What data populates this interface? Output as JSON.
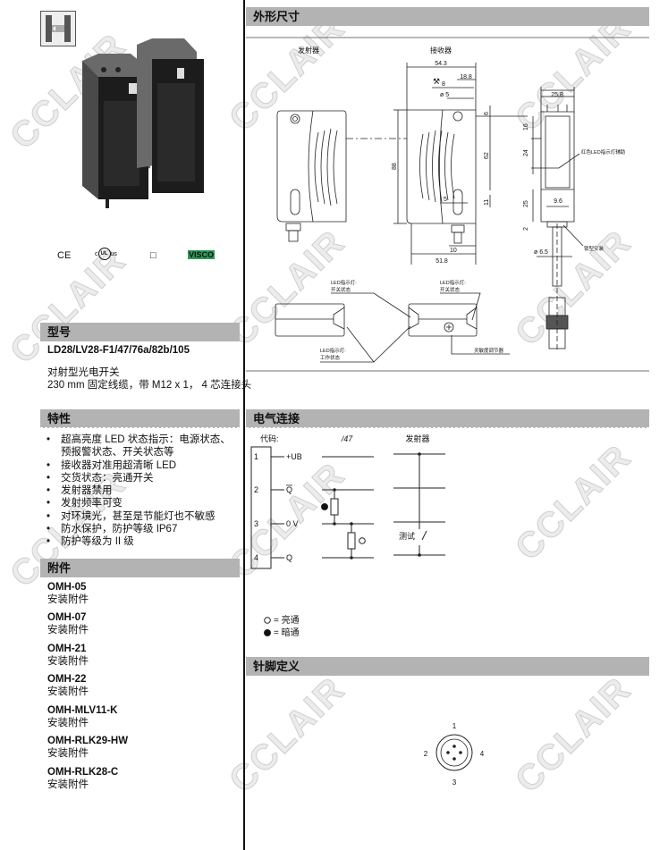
{
  "watermark": "CCLAIR",
  "certifications": {
    "ce": "CE",
    "ul": "UL",
    "ul_c": "c",
    "ul_us": "us",
    "class2": "□",
    "visco": "VISCO"
  },
  "model": {
    "title": "型号",
    "code": "LD28/LV28-F1/47/76a/82b/105",
    "desc1": "对射型光电开关",
    "desc2": "230 mm 固定线缆，带 M12 x 1， 4 芯连接头"
  },
  "features": {
    "title": "特性",
    "items": [
      "超高亮度 LED 状态指示：电源状态、预报警状态、开关状态等",
      "接收器对准用超清晰 LED",
      "交货状态：亮通开关",
      "发射器禁用",
      "发射频率可变",
      "对环境光，甚至是节能灯也不敏感",
      "防水保护，防护等级 IP67",
      "防护等级为 II 级"
    ]
  },
  "accessories": {
    "title": "附件",
    "items": [
      {
        "code": "OMH-05",
        "desc": "安装附件"
      },
      {
        "code": "OMH-07",
        "desc": "安装附件"
      },
      {
        "code": "OMH-21",
        "desc": "安装附件"
      },
      {
        "code": "OMH-22",
        "desc": "安装附件"
      },
      {
        "code": "OMH-MLV11-K",
        "desc": "安装附件"
      },
      {
        "code": "OMH-RLK29-HW",
        "desc": "安装附件"
      },
      {
        "code": "OMH-RLK28-C",
        "desc": "安装附件"
      }
    ]
  },
  "dimensions": {
    "title": "外形尺寸",
    "emitter": "发射器",
    "receiver": "接收器",
    "d_54_3": "54.3",
    "d_18_8": "18.8",
    "d_8": "8",
    "d_5a": "ø 5",
    "d_6": "6",
    "d_88": "88",
    "d_62": "62",
    "d_11": "11",
    "d_5b": "5",
    "d_10": "10",
    "d_51_8": "51.8",
    "d_25_8": "25.8",
    "d_16": "16",
    "d_24": "24",
    "d_25": "25",
    "d_9_6": "9.6",
    "d_2": "2",
    "d_6_5": "ø 6.5",
    "red_led": "红色LED指示灯辅助",
    "lock_mount": "锁型安装",
    "led_switch_1a": "LED指示灯:",
    "led_switch_1b": "开关状态",
    "led_switch_2a": "LED指示灯:",
    "led_switch_2b": "开关状态",
    "led_work_a": "LED指示灯:",
    "led_work_b": "工作状态",
    "sensitivity": "灵敏度调节器"
  },
  "electrical": {
    "title": "电气连接",
    "code_label": "代码:",
    "variant": "/47",
    "emitter": "发射器",
    "pins": [
      "1",
      "2",
      "3",
      "4"
    ],
    "signals": [
      "+UB",
      "Q",
      "0 V",
      "Q"
    ],
    "test": "测试",
    "legend_light": "= 亮通",
    "legend_dark": "= 暗通"
  },
  "pinout": {
    "title": "针脚定义",
    "pins": [
      "1",
      "2",
      "3",
      "4"
    ]
  },
  "colors": {
    "header_bg": "#b3b3b3",
    "visco_bg": "#2e9a5a"
  }
}
